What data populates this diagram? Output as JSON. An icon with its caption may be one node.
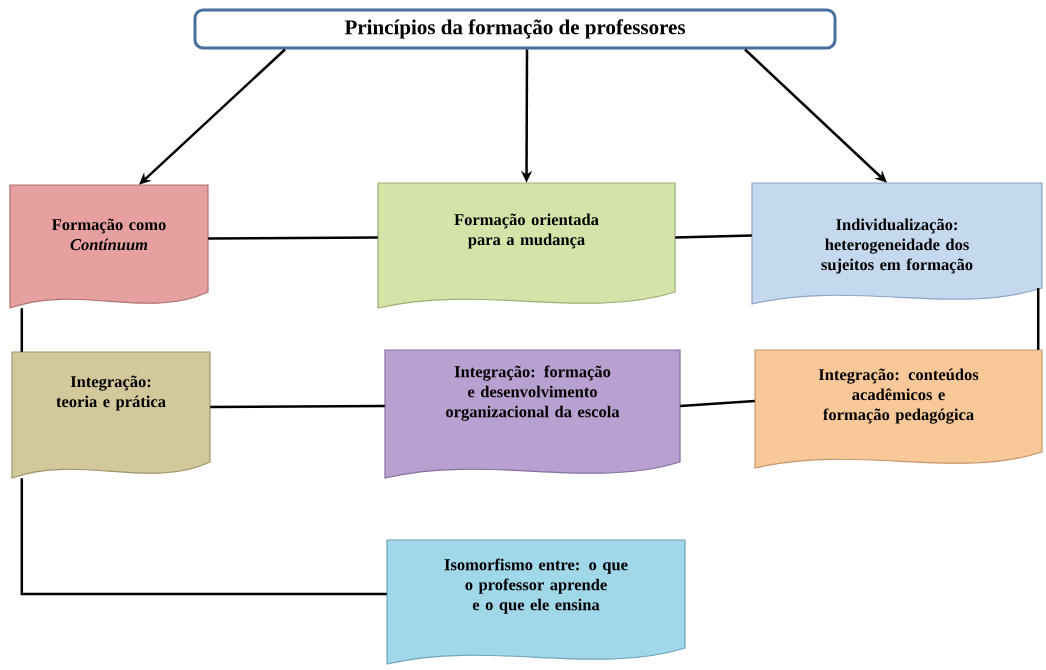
{
  "diagram": {
    "nodes": [
      {
        "text": [
          "Princípios da formação de professores"
        ]
      },
      {
        "text": [
          "Formação como *Contínuum*"
        ]
      },
      {
        "text": [
          "Formação orientada para a mudança"
        ]
      },
      {
        "text": [
          "Individualização: heterogeneidade dos sujeitos em formação"
        ]
      },
      {
        "text": [
          "Integração: teoria e prática"
        ]
      },
      {
        "text": [
          "Integração: formação e desenvolvimento organizacional da escola"
        ]
      },
      {
        "text": [
          "Integração: conteúdos acadêmicos e formação pedagógica"
        ]
      },
      {
        "text": [
          "Isomorfismo entre: o que o professor aprende e o que ele ensina"
        ]
      }
    ],
    "edges": [
      {
        "from": 0,
        "to": 1,
        "arrow": "to"
      },
      {
        "from": 0,
        "to": 2,
        "arrow": "to"
      },
      {
        "from": 0,
        "to": 3,
        "arrow": "to"
      },
      {
        "from": 1,
        "to": 2,
        "arrow": "none"
      },
      {
        "from": 2,
        "to": 3,
        "arrow": "none"
      },
      {
        "from": 1,
        "to": 4,
        "arrow": "none"
      },
      {
        "from": 3,
        "to": 6,
        "arrow": "none"
      },
      {
        "from": 4,
        "to": 5,
        "arrow": "none"
      },
      {
        "from": 5,
        "to": 6,
        "arrow": "none"
      },
      {
        "from": 4,
        "to": 7,
        "arrow": "none"
      }
    ]
  }
}
